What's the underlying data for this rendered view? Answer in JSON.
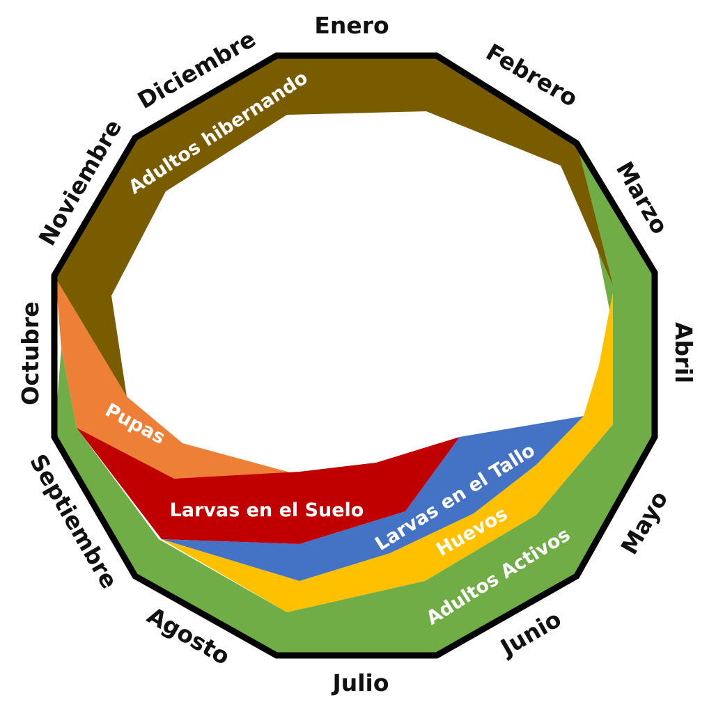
{
  "months": [
    "Enero",
    "Febrero",
    "Marzo",
    "Abril",
    "Mayo",
    "Junio",
    "Julio",
    "Agosto",
    "Septiembre",
    "Octubre",
    "Noviembre",
    "Diciembre"
  ],
  "stages": [
    {
      "key": "adultos_hibernando",
      "label": "Adultos hibernando",
      "color": "#7a5c00"
    },
    {
      "key": "pupas",
      "label": "Pupas",
      "color": "#ee7f36"
    },
    {
      "key": "larvas_suelo",
      "label": "Larvas en el Suelo",
      "color": "#c00000"
    },
    {
      "key": "larvas_tallo",
      "label": "Larvas en el Tallo",
      "color": "#4472c4"
    },
    {
      "key": "huevos",
      "label": "Huevos",
      "color": "#ffc000"
    },
    {
      "key": "adultos_activos",
      "label": "Adultos Activos",
      "color": "#70ad47"
    }
  ],
  "outline_color": "#000000"
}
